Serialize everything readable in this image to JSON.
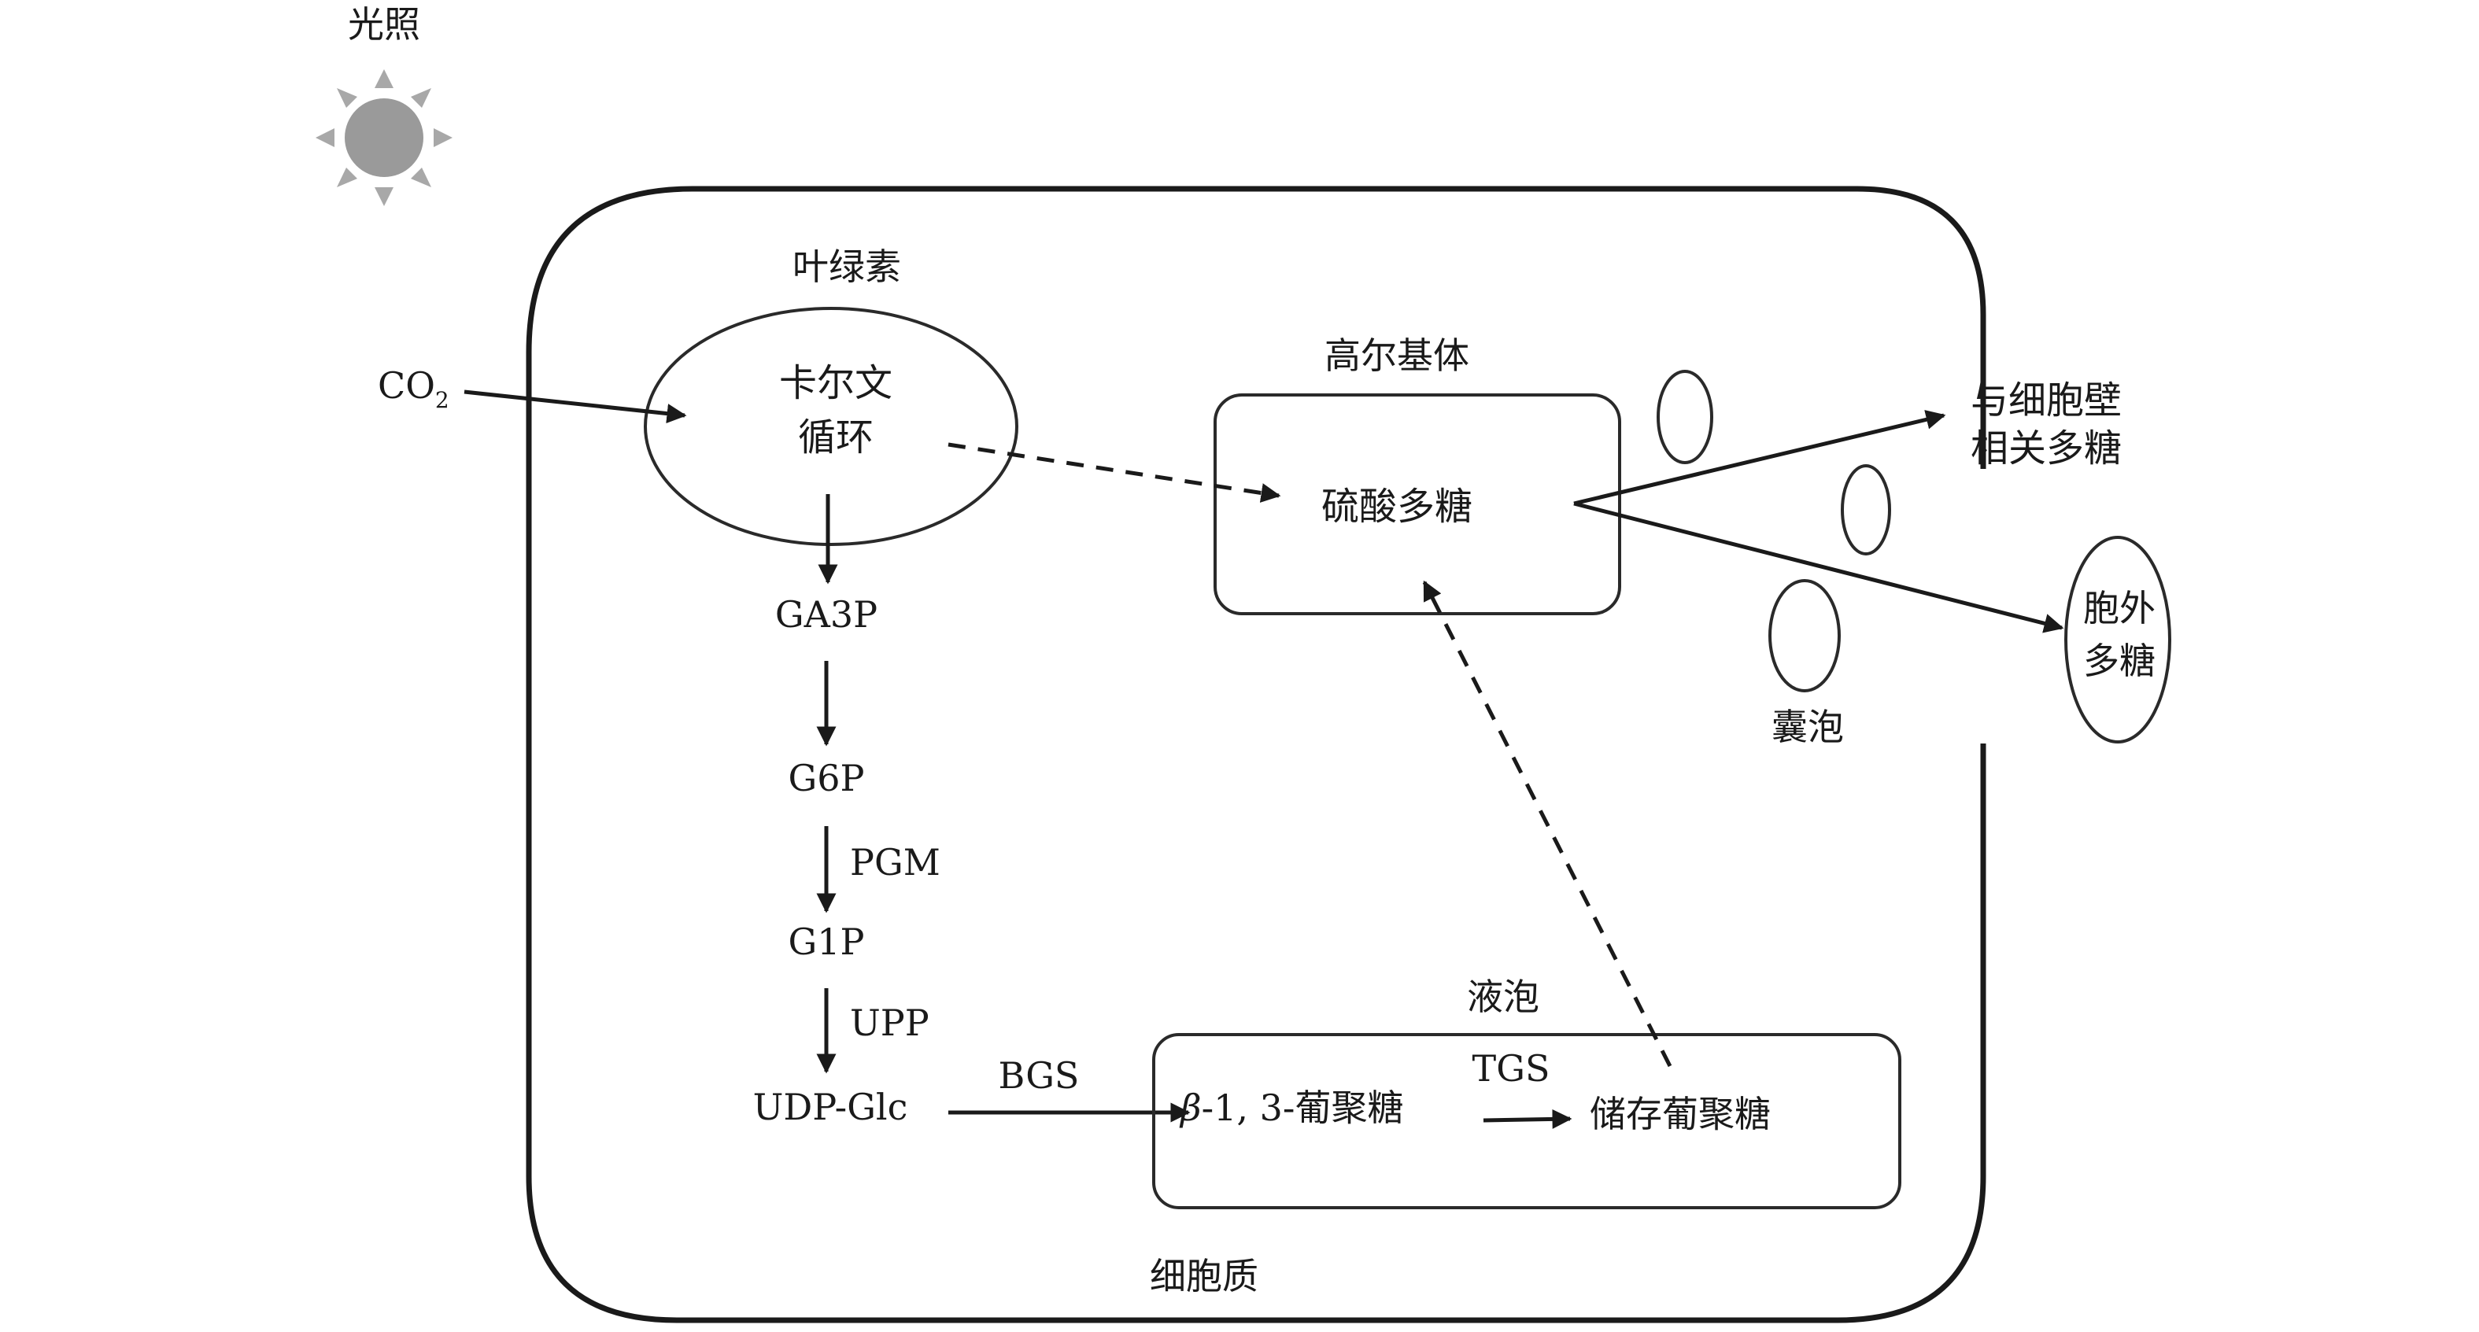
{
  "labels": {
    "light": "光照",
    "chlorophyll": "叶绿素",
    "calvin_1": "卡尔文",
    "calvin_2": "循环",
    "co2_main": "CO",
    "co2_sub": "2",
    "golgi": "高尔基体",
    "sulfated": "硫酸多糖",
    "vesicle": "囊泡",
    "cellwall_1": "与细胞壁",
    "cellwall_2": "相关多糖",
    "extra_1": "胞外",
    "extra_2": "多糖",
    "ga3p": "GA3P",
    "g6p": "G6P",
    "pgm": "PGM",
    "g1p": "G1P",
    "upp": "UPP",
    "udpglc": "UDP-Glc",
    "bgs": "BGS",
    "vacuole": "液泡",
    "tgs": "TGS",
    "beta_sym": "β",
    "beta_rest": "-1, 3-葡聚糖",
    "storage": "储存葡聚糖",
    "cytoplasm": "细胞质"
  },
  "colors": {
    "line": "#1a1a1a",
    "sun_fill": "#9a9a9a",
    "sun_rays": "#a8a8a8"
  }
}
